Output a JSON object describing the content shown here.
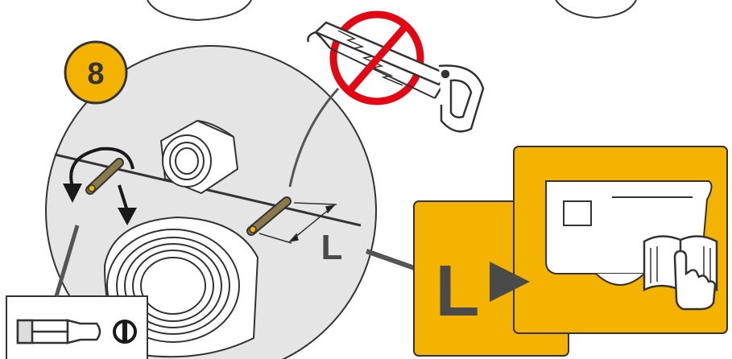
{
  "step": {
    "number": "8"
  },
  "dimension": {
    "label": "L"
  },
  "card": {
    "label": "L"
  },
  "icons": {
    "no_saw": "no-hacksaw-icon",
    "rotate": "rotate-arrows-icon",
    "screwdriver": "flat-screwdriver-icon",
    "manual": "read-manual-icon",
    "play": "play-arrow-icon"
  },
  "colors": {
    "accent": "#F5B301",
    "circle_bg": "#E5E5E5",
    "outline": "#333333",
    "prohibit": "#E30613"
  }
}
